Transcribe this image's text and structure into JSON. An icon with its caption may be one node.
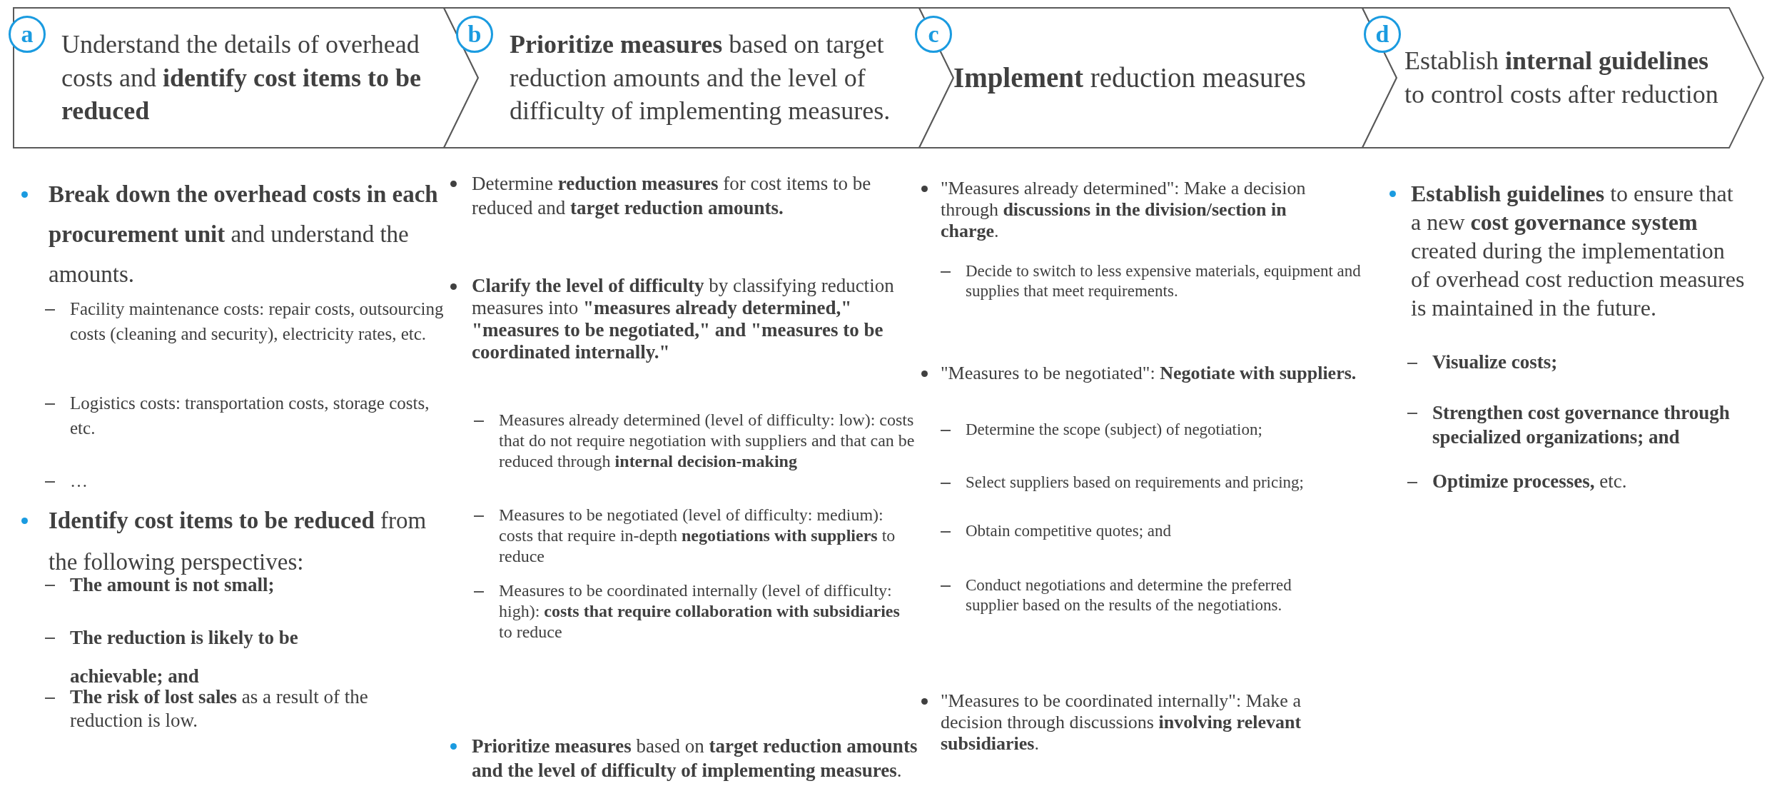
{
  "diagram": {
    "nodes": [
      {
        "text": [
          "a"
        ]
      },
      {
        "text": [
          "Understand the details of overhead costs and **identify cost items to be reduced**"
        ]
      },
      {
        "text": [
          "b"
        ],
        "in": 3
      },
      {
        "text": [
          "**Prioritize measures** based on target reduction amounts and the level of difficulty of implementing measures."
        ]
      },
      {
        "text": [
          "c"
        ]
      },
      {
        "text": [
          "**Implement** reduction measures"
        ]
      },
      {
        "text": [
          "d"
        ],
        "in": 7
      },
      {
        "text": [
          "Establish **internal guidelines** to control costs after reduction"
        ]
      }
    ],
    "labels": [
      "**Break down the overhead costs in each procurement unit** and understand the amounts.",
      "Facility maintenance costs: repair costs, outsourcing costs (cleaning and security), electricity rates, etc.",
      "Logistics costs: transportation costs, storage costs, etc.",
      "…",
      "**Identify cost items to be reduced** from the following perspectives:",
      "The amount is not small;",
      "The reduction is likely to be achievable; and",
      "**The risk of lost sales** as a result of the reduction is low.",
      "Determine **reduction measures** for cost items to be reduced and **target reduction amounts.**",
      "**Clarify the level of difficulty** by classifying reduction measures into **\"measures already determined,\" \"measures to be negotiated,\" and \"measures to be coordinated internally.\"**",
      "Measures already determined (level of difficulty: low): costs that do not require negotiation with suppliers and that can be reduced through **internal decision-making**",
      "Measures to be negotiated (level of difficulty: medium): costs that require in-depth **negotiations with suppliers** to reduce",
      "Measures to be coordinated internally (level of difficulty: high): **costs that require collaboration with subsidiaries** to reduce",
      "**Prioritize measures** based on **target reduction amounts and the level of difficulty of implementing measures**.",
      "\"Measures already determined\": Make a decision through **discussions in the division/section in charge**.",
      "Decide to switch to less expensive materials, equipment and supplies that meet requirements.",
      "\"Measures to be negotiated\": **Negotiate with suppliers.**",
      "Determine the scope (subject) of negotiation;",
      "Select suppliers based on requirements and pricing;",
      "Obtain competitive quotes; and",
      "Conduct negotiations and determine the preferred supplier based on the results of the negotiations.",
      "\"Measures to be coordinated internally\": Make a decision through discussions **involving relevant subsidiaries**.",
      "**Establish guidelines** to ensure that a new **cost governance system** created during the implementation of overhead cost reduction measures is maintained in the future.",
      "Visualize costs;",
      "Strengthen cost governance through specialized organizations; and",
      "**Optimize processes,** etc."
    ]
  }
}
